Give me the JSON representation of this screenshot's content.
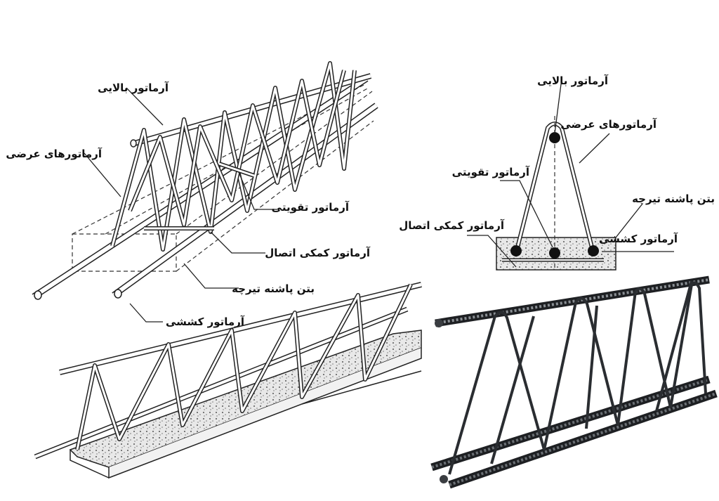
{
  "diagram_labels": {
    "top_rebar": "آرماتور بالایی",
    "transverse_rebars": "آرماتورهای عرضی",
    "reinforcing_rebar": "آرماتور تقویتی",
    "connection_aid_rebar": "آرماتور کمکی اتصال",
    "joist_heel_concrete": "بتن پاشنه تیرچه",
    "tension_rebar": "آرماتور کششی"
  },
  "section_labels": {
    "top_rebar": "آرماتور بالایی",
    "transverse_rebars": "آرماتورهای عرضی",
    "reinforcing_rebar": "آرماتور تقویتی",
    "joist_heel_concrete": "بتن پاشنه تیرچه",
    "connection_aid_rebar": "آرماتور کمکی اتصال",
    "tension_rebar": "آرماتور کششی"
  },
  "colors": {
    "line": "#222222",
    "concrete": "#e4e4e4",
    "steel": "#4a4f55",
    "steel_dark": "#2a2d31"
  }
}
